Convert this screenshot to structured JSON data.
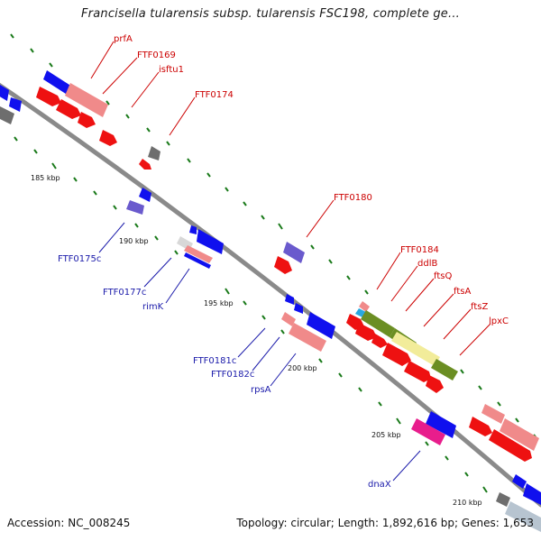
{
  "title": "Francisella tularensis subsp. tularensis FSC198, complete ge...",
  "footer": {
    "accession": "Accession: NC_008245",
    "topology": "Topology: circular; Length: 1,892,616 bp; Genes: 1,653"
  },
  "colors": {
    "backbone": "#8a8a8a",
    "forward_gene": "#1010ee",
    "reverse_gene": "#ee1111",
    "pseudo_gene": "#f08a8a",
    "hypothetical": "#6a5acd",
    "operon": "#6b8e23",
    "label_red": "#cc0000",
    "label_blue": "#1a1aaa",
    "tick": "#1a7a1a"
  },
  "scale_labels": [
    {
      "text": "185 kbp"
    },
    {
      "text": "190 kbp"
    },
    {
      "text": "195 kbp"
    },
    {
      "text": "200 kbp"
    },
    {
      "text": "205 kbp"
    },
    {
      "text": "210 kbp"
    }
  ],
  "gene_labels_top": [
    {
      "text": "prfA"
    },
    {
      "text": "FTF0169"
    },
    {
      "text": "isftu1"
    },
    {
      "text": "FTF0174"
    },
    {
      "text": "FTF0180"
    },
    {
      "text": "FTF0184"
    },
    {
      "text": "ddlB"
    },
    {
      "text": "ftsQ"
    },
    {
      "text": "ftsA"
    },
    {
      "text": "ftsZ"
    },
    {
      "text": "lpxC"
    }
  ],
  "gene_labels_bottom": [
    {
      "text": "FTF0175c"
    },
    {
      "text": "FTF0177c"
    },
    {
      "text": "rimK"
    },
    {
      "text": "FTF0181c"
    },
    {
      "text": "FTF0182c"
    },
    {
      "text": "rpsA"
    },
    {
      "text": "dnaX"
    }
  ]
}
